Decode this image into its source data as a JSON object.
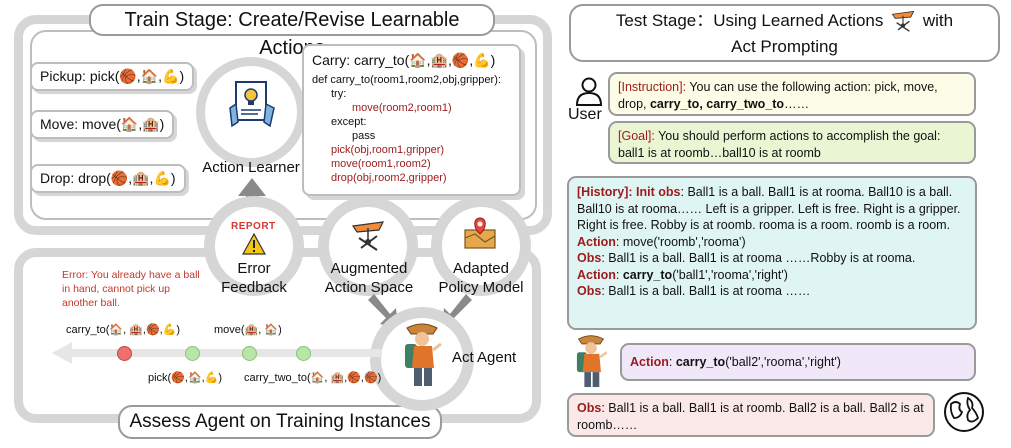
{
  "train": {
    "title": "Train Stage: Create/Revise Learnable Actions",
    "actions": [
      {
        "label": "Pickup:",
        "call": "pick(🏀,🏠,💪)"
      },
      {
        "label": "Move:",
        "call": "move(🏠,🏨)"
      },
      {
        "label": "Drop:",
        "call": "drop(🏀,🏨,💪)"
      }
    ],
    "action_learner": "Action Learner",
    "code": {
      "head_label": "Carry:",
      "head_call": "carry_to(🏠,🏨,🏀,💪)",
      "def": "def carry_to(room1,room2,obj,gripper):",
      "try": "try:",
      "move1": "move(room2,room1)",
      "except": "except:",
      "pass": "pass",
      "pick": "pick(obj,room1,gripper)",
      "move2": "move(room1,room2)",
      "drop": "drop(obj,room2,gripper)"
    },
    "error_feedback": "Error\nFeedback",
    "report": "REPORT",
    "augmented": "Augmented\nAction Space",
    "adapted": "Adapted\nPolicy Model",
    "error_msg": "Error: You already have a ball in hand, cannot pick up another ball.",
    "act_agent": "Act Agent",
    "timeline": {
      "carry_to": "carry_to(🏠, 🏨,🏀,💪)",
      "move": "move(🏨, 🏠)",
      "pick": "pick(🏀,🏠,💪)",
      "carry_two_to": "carry_two_to(🏠, 🏨,🏀,🏀)"
    },
    "assess": "Assess Agent on Training Instances"
  },
  "test": {
    "title_line1": "Test Stage：Using Learned Actions",
    "title_with": "with",
    "title_line2": "Act Prompting",
    "user": "User",
    "instruction_tag": "[Instruction]:",
    "instruction_text": "You can use the following action: pick, move, drop,",
    "instruction_bold": "carry_to, carry_two_to",
    "instruction_tail": "……",
    "goal_tag": "[Goal]:",
    "goal_text": "You should perform actions to accomplish the goal: ball1 is at roomb…ball10 is at roomb",
    "history_tag": "[History]:",
    "history_init_tag": "Init obs",
    "history_init": "Ball1 is a ball.  Ball1 is at rooma.  Ball10 is a ball.  Ball10 is at rooma…… Left is a gripper.  Left is free.  Right is a gripper.  Right is free.  Robby is at roomb. rooma is a room. roomb is a room.",
    "h_action1_tag": "Action",
    "h_action1": ": move('roomb','rooma')",
    "h_obs1_tag": "Obs",
    "h_obs1": ": Ball1 is a ball.  Ball1 is at rooma ……Robby is at rooma.",
    "h_action2_tag": "Action",
    "h_action2_fn": "carry_to",
    "h_action2": "('ball1','rooma','right')",
    "h_obs2_tag": "Obs",
    "h_obs2": ": Ball1 is a ball. Ball1 is at rooma ……",
    "action_tag": "Action",
    "action_fn": "carry_to",
    "action_args": "('ball2','rooma','right')",
    "obs_tag": "Obs",
    "obs_text": ": Ball1 is a ball. Ball1 is at roomb. Ball2 is a ball. Ball2 is at roomb……"
  },
  "colors": {
    "frame": "#d6d6d6",
    "instruction_bg": "#fdfde7",
    "goal_bg": "#eaf5d4",
    "history_bg": "#dff5f3",
    "action_bg": "#f0e8f8",
    "obs_bg": "#fbe9ea",
    "dark_red": "#9b1b1b",
    "dot_red": "#f07070",
    "dot_green": "#b8e6a8"
  }
}
